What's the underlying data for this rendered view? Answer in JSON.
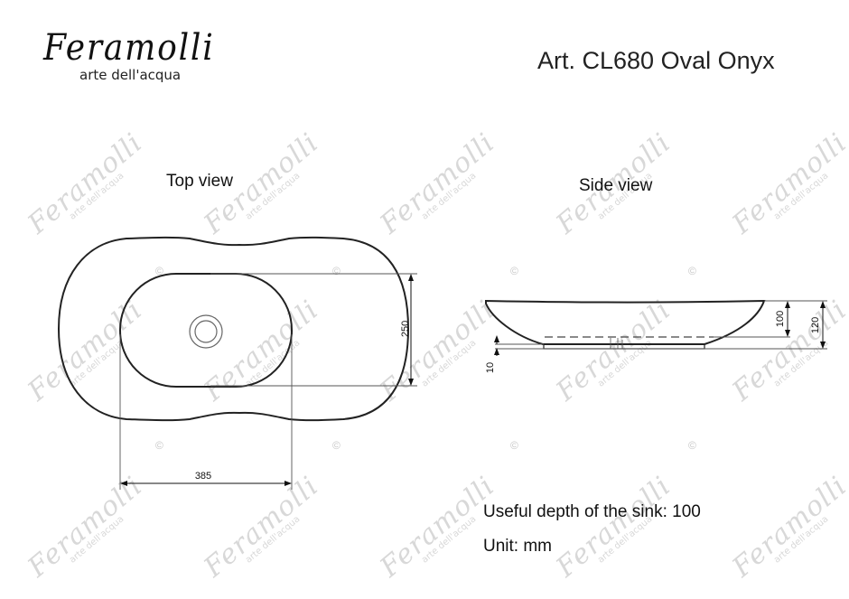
{
  "header": {
    "logo_main": "Feramolli",
    "logo_sub": "arte dell'acqua",
    "title": "Art. CL680 Oval Onyx"
  },
  "views": {
    "top": {
      "label": "Top view",
      "dimensions": {
        "width": "385",
        "height": "250"
      }
    },
    "side": {
      "label": "Side view",
      "dimensions": {
        "base": "10",
        "inner_depth": "100",
        "total_height": "120"
      }
    }
  },
  "notes": {
    "useful_depth": "Useful depth of the sink: 100",
    "unit": "Unit: mm"
  },
  "watermark": {
    "main": "Feramolli",
    "sub": "arte dell'acqua",
    "copyright": "©"
  },
  "colors": {
    "line": "#222222",
    "dim_line": "#555555",
    "watermark": "#d8d8d8"
  }
}
